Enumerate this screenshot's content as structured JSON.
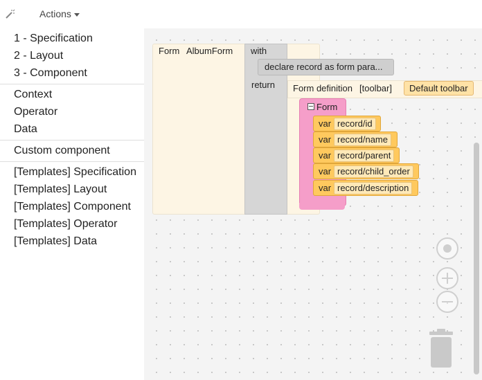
{
  "toolbar": {
    "actions_label": "Actions"
  },
  "sidebar": {
    "groups": [
      [
        "1 - Specification",
        "2 - Layout",
        "3 - Component"
      ],
      [
        "Context",
        "Operator",
        "Data"
      ],
      [
        "Custom component"
      ],
      [
        "[Templates] Specification",
        "[Templates] Layout",
        "[Templates] Component",
        "[Templates] Operator",
        "[Templates] Data"
      ]
    ]
  },
  "workspace": {
    "form_block": {
      "keyword": "Form",
      "name": "AlbumForm"
    },
    "with_label": "with",
    "declare_text": "declare record as form para...",
    "return_label": "return",
    "form_definition": {
      "label": "Form definition",
      "toolbar_label": "[toolbar]",
      "toolbar_value": "Default toolbar"
    },
    "inner_form_label": "Form",
    "vars": [
      {
        "keyword": "var",
        "value": "record/id"
      },
      {
        "keyword": "var",
        "value": "record/name"
      },
      {
        "keyword": "var",
        "value": "record/parent"
      },
      {
        "keyword": "var",
        "value": "record/child_order"
      },
      {
        "keyword": "var",
        "value": "record/description"
      }
    ]
  },
  "icons": {
    "tool": "wand-icon",
    "recenter": "target-icon",
    "zoom_in": "plus-icon",
    "zoom_out": "minus-icon",
    "trash": "trash-icon"
  },
  "colors": {
    "workspace_bg": "#f4f4f4",
    "form_block": "#fdf5e4",
    "with_block": "#d6d6d6",
    "form_component": "#f59ec9",
    "var_block": "#ffc95e",
    "var_value": "#ffe9b8"
  }
}
